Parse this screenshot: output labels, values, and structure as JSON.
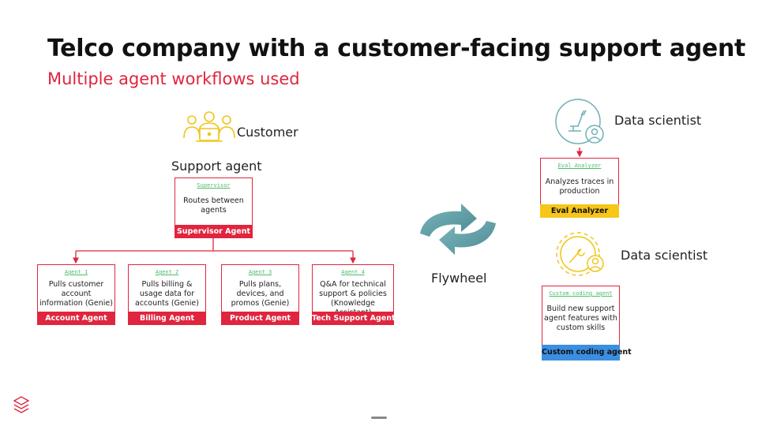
{
  "slide": {
    "title": "Telco company with a customer-facing support agent",
    "subtitle": "Multiple agent workflows used"
  },
  "customer": {
    "label": "Customer",
    "icon": "customer-group-icon"
  },
  "support_agent": {
    "label": "Support agent"
  },
  "supervisor": {
    "tag": "Supervisor",
    "description": "Routes between agents",
    "footer": "Supervisor Agent"
  },
  "agents": [
    {
      "tag": "Agent 1",
      "description": "Pulls customer account information (Genie)",
      "footer": "Account Agent"
    },
    {
      "tag": "Agent 2",
      "description": "Pulls billing & usage data for accounts (Genie)",
      "footer": "Billing Agent"
    },
    {
      "tag": "Agent 3",
      "description": "Pulls plans, devices, and promos (Genie)",
      "footer": "Product Agent"
    },
    {
      "tag": "Agent 4",
      "description": "Q&A for technical support & policies (Knowledge Assistant)",
      "footer": "Tech Support Agent"
    }
  ],
  "flywheel": {
    "label": "Flywheel",
    "icon": "flywheel-arrows-icon"
  },
  "data_scientist_top": {
    "label": "Data scientist",
    "icon": "scientist-microscope-icon"
  },
  "eval_analyzer": {
    "tag": "Eval Analyzer",
    "description": "Analyzes traces in production",
    "footer": "Eval Analyzer"
  },
  "data_scientist_bottom": {
    "label": "Data scientist",
    "icon": "scientist-gear-icon"
  },
  "coding_agent": {
    "tag": "Custom coding agent",
    "description": "Build new support agent features with custom skills",
    "footer": "Custom coding agent"
  },
  "colors": {
    "accent_red": "#e0253e",
    "eval_yellow": "#f6c619",
    "coding_blue": "#3b8ee0",
    "flywheel_teal": "#5f9ea6",
    "tag_green": "#4cbc6c"
  },
  "logo": {
    "icon": "stacked-layers-logo-icon"
  }
}
